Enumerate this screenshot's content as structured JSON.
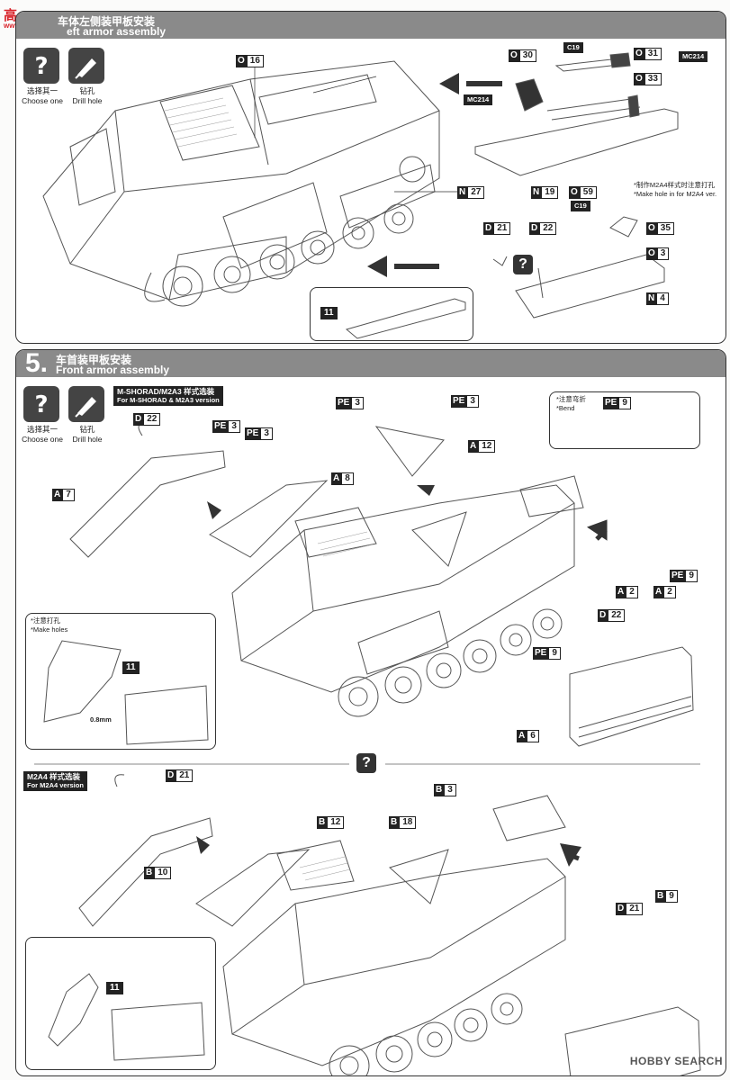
{
  "watermark": {
    "site_cn": "高",
    "site_url": "www.coruman.com"
  },
  "icons": {
    "choose": "question-icon",
    "drill": "drill-icon"
  },
  "step4": {
    "title_cn": "车体左侧装甲板安装",
    "title_en": "eft armor assembly",
    "choose_cn": "选择其一",
    "choose_en": "Choose one",
    "drill_cn": "钻孔",
    "drill_en": "Drill hole",
    "parts": [
      {
        "prefix": "O",
        "num": "16"
      },
      {
        "prefix": "N",
        "num": "27"
      },
      {
        "prefix": "O",
        "num": "30"
      },
      {
        "prefix": "O",
        "num": "31"
      },
      {
        "prefix": "O",
        "num": "33"
      },
      {
        "prefix": "N",
        "num": "19"
      },
      {
        "prefix": "O",
        "num": "59"
      },
      {
        "prefix": "D",
        "num": "21"
      },
      {
        "prefix": "D",
        "num": "22"
      },
      {
        "prefix": "O",
        "num": "35"
      },
      {
        "prefix": "O",
        "num": "3"
      },
      {
        "prefix": "N",
        "num": "4"
      }
    ],
    "inset_ref": "11",
    "refs": {
      "c19a": "C19",
      "c19b": "C19",
      "mc214a": "MC214",
      "mc214b": "MC214"
    },
    "note_cn": "*制作M2A4样式时注意打孔",
    "note_en": "*Make hole in for M2A4 ver."
  },
  "step5": {
    "number": "5.",
    "title_cn": "车首装甲板安装",
    "title_en": "Front armor assembly",
    "choose_cn": "选择其一",
    "choose_en": "Choose one",
    "drill_cn": "钻孔",
    "drill_en": "Drill hole",
    "version_a_cn": "M-SHORAD/M2A3 样式选装",
    "version_a_en": "For M-SHORAD & M2A3 version",
    "version_b_cn": "M2A4 样式选装",
    "version_b_en": "For M2A4 version",
    "bend_cn": "*注意弯折",
    "bend_en": "*Bend",
    "holes_cn": "*注意打孔",
    "holes_en": "*Make holes",
    "drill_size": "0.8mm",
    "parts_a": [
      {
        "prefix": "D",
        "num": "22"
      },
      {
        "prefix": "PE",
        "num": "3"
      },
      {
        "prefix": "PE",
        "num": "3"
      },
      {
        "prefix": "A",
        "num": "7"
      },
      {
        "prefix": "PE",
        "num": "3"
      },
      {
        "prefix": "PE",
        "num": "3"
      },
      {
        "prefix": "A",
        "num": "12"
      },
      {
        "prefix": "PE",
        "num": "9"
      },
      {
        "prefix": "A",
        "num": "8"
      },
      {
        "prefix": "A",
        "num": "2"
      },
      {
        "prefix": "A",
        "num": "2"
      },
      {
        "prefix": "PE",
        "num": "9"
      },
      {
        "prefix": "D",
        "num": "22"
      },
      {
        "prefix": "PE",
        "num": "9"
      },
      {
        "prefix": "A",
        "num": "6"
      }
    ],
    "parts_b": [
      {
        "prefix": "D",
        "num": "21"
      },
      {
        "prefix": "B",
        "num": "3"
      },
      {
        "prefix": "B",
        "num": "12"
      },
      {
        "prefix": "B",
        "num": "18"
      },
      {
        "prefix": "B",
        "num": "10"
      },
      {
        "prefix": "D",
        "num": "21"
      },
      {
        "prefix": "B",
        "num": "9"
      }
    ],
    "inset_ref_a": "11",
    "inset_ref_b": "11"
  },
  "footer": {
    "brand": "HOBBY SEARCH"
  }
}
